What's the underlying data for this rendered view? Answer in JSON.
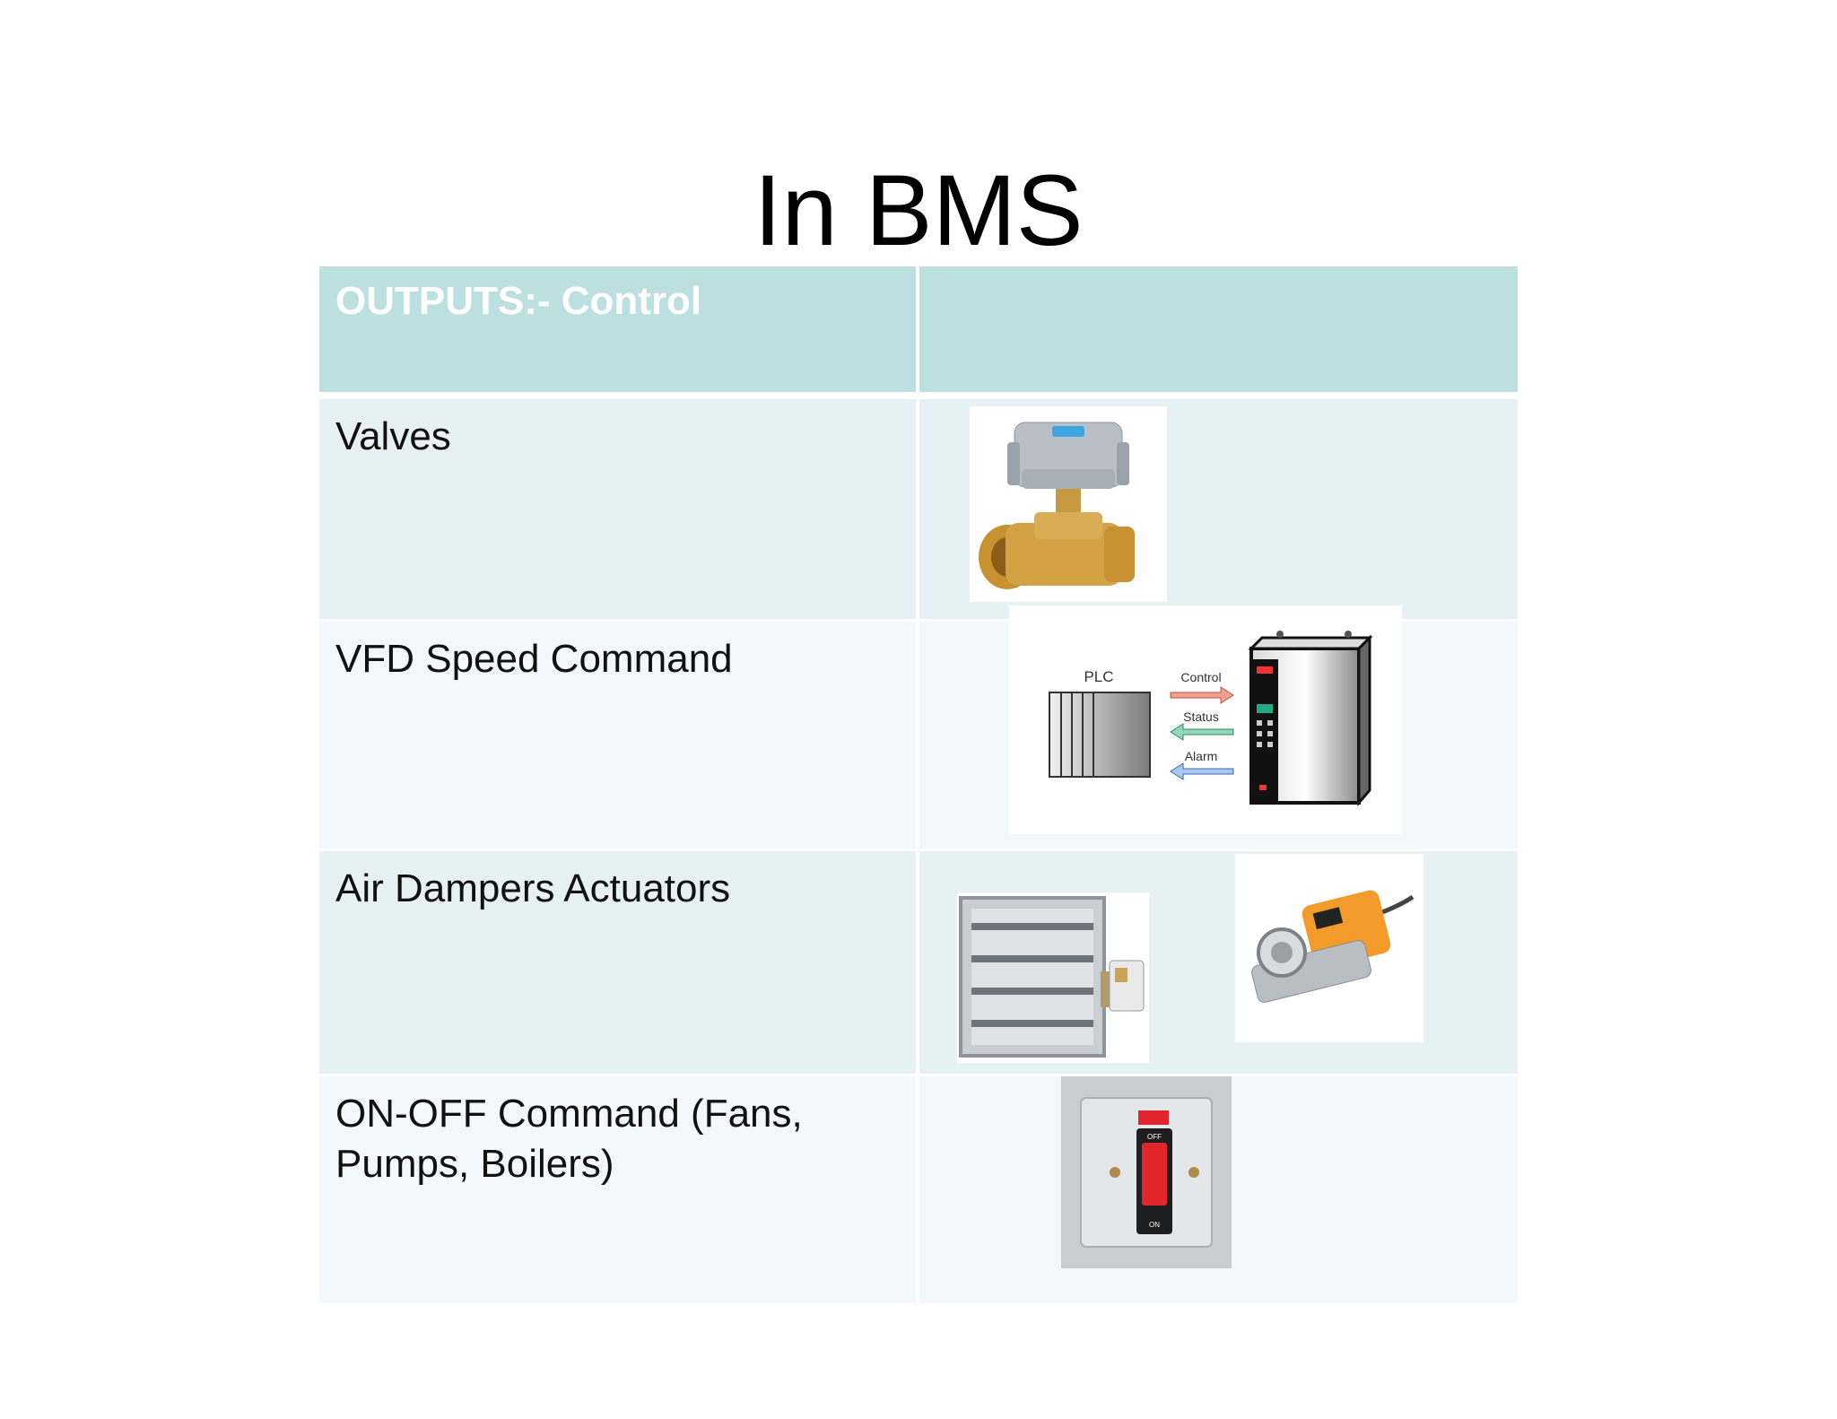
{
  "title": "In BMS",
  "table": {
    "header": {
      "col1": "OUTPUTS:- Control",
      "col2": ""
    },
    "rows": [
      {
        "label": "Valves",
        "images": [
          "motorized-ball-valve"
        ]
      },
      {
        "label": "VFD Speed Command",
        "images": [
          "plc-to-vfd-diagram"
        ]
      },
      {
        "label": "Air Dampers Actuators",
        "images": [
          "air-damper",
          "damper-actuator"
        ]
      },
      {
        "label": "ON-OFF Command (Fans, Pumps, Boilers)",
        "images": [
          "on-off-switch"
        ]
      }
    ]
  },
  "diagram": {
    "plc_label": "PLC",
    "control_label": "Control",
    "status_label": "Status",
    "alarm_label": "Alarm"
  },
  "switch": {
    "off_label": "OFF",
    "on_label": "ON"
  }
}
